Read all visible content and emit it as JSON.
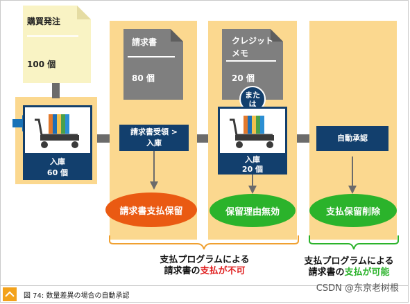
{
  "colors": {
    "panel": "#fbd88f",
    "navy": "#123f6d",
    "connector": "#6b6b6b",
    "doc_gray": "#7f7f7f",
    "doc_light": "#f9f3c4",
    "red_oval": "#ea5a12",
    "green_oval": "#2bb32b"
  },
  "purchase_order": {
    "title": "購買発注",
    "qty": "100 個"
  },
  "invoice": {
    "title": "請求書",
    "qty": "80 個"
  },
  "credit_memo": {
    "title_line1": "クレジット",
    "title_line2": "メモ",
    "qty": "20 個"
  },
  "or_badge": {
    "line1": "また",
    "line2": "は"
  },
  "receipt1": {
    "line1": "入庫",
    "line2": "60 個"
  },
  "invoice_receipt": {
    "line1": "請求書受領 >",
    "line2": "入庫"
  },
  "receipt2": {
    "line1": "入庫",
    "line2": "20 個"
  },
  "auto_approve": {
    "label": "自動承認"
  },
  "ovals": {
    "invoice_hold": "請求書支払保留",
    "hold_reason_invalid": "保留理由無効",
    "payment_hold_delete": "支払保留削除"
  },
  "note_not_possible": {
    "line1": "支払プログラムによる",
    "line2_prefix": "請求書の",
    "line2_highlight": "支払が不可"
  },
  "note_possible": {
    "line1": "支払プログラムによる",
    "line2_prefix": "請求書の",
    "line2_highlight": "支払が可能"
  },
  "caption": {
    "text": "図 74: 数量差異の場合の自動承認"
  },
  "watermark": {
    "text": "CSDN @东京老树根"
  },
  "icons": [
    "arrow-right-icon",
    "shopping-cart-icon",
    "arrow-down-icon",
    "chevron-up-icon"
  ]
}
